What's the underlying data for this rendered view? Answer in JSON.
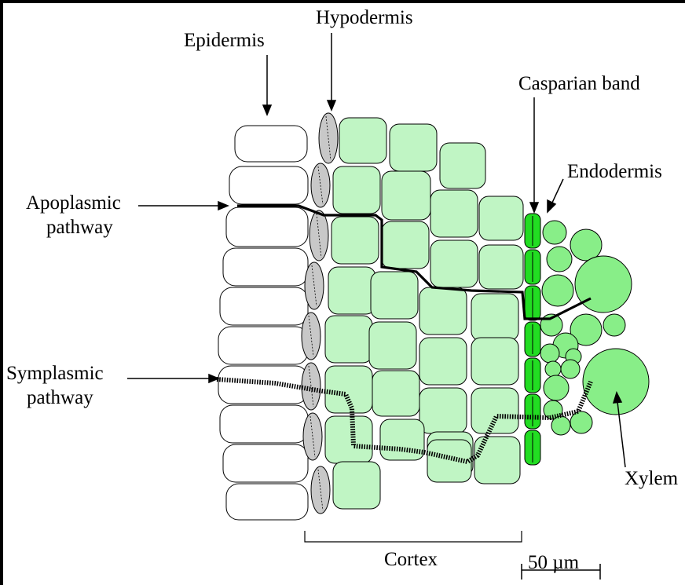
{
  "labels": {
    "epidermis": "Epidermis",
    "hypodermis": "Hypodermis",
    "casparian_band": "Casparian band",
    "endodermis": "Endodermis",
    "apoplasmic_line1": "Apoplasmic",
    "apoplasmic_line2": "pathway",
    "symplasmic_line1": "Symplasmic",
    "symplasmic_line2": "pathway",
    "xylem": "Xylem",
    "cortex": "Cortex",
    "scale": "50 µm"
  },
  "colors": {
    "background_frame": "#000000",
    "epidermis_fill": "#ffffff",
    "hypodermis_fill": "#c8c8c8",
    "cortex_fill": "#c0f5c4",
    "endodermis_fill": "#22dd22",
    "vascular_fill": "#88ee88",
    "outline": "#000000"
  }
}
